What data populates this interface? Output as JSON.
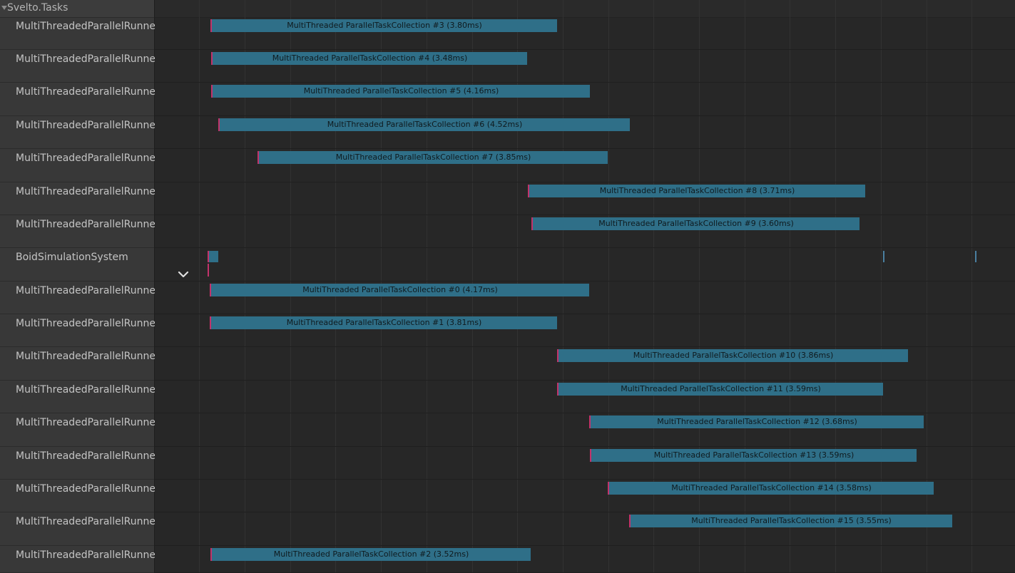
{
  "group": {
    "title": "Svelto.Tasks",
    "arrow_icon": "triangle-down-icon"
  },
  "rows": [
    {
      "label": "MultiThreadedParallelRunne",
      "bar": "MultiThreaded ParallelTaskCollection #3 (3.80ms)"
    },
    {
      "label": "MultiThreadedParallelRunne",
      "bar": "MultiThreaded ParallelTaskCollection #4 (3.48ms)"
    },
    {
      "label": "MultiThreadedParallelRunne",
      "bar": "MultiThreaded ParallelTaskCollection #5 (4.16ms)"
    },
    {
      "label": "MultiThreadedParallelRunne",
      "bar": "MultiThreaded ParallelTaskCollection #6 (4.52ms)"
    },
    {
      "label": "MultiThreadedParallelRunne",
      "bar": "MultiThreaded ParallelTaskCollection #7 (3.85ms)"
    },
    {
      "label": "MultiThreadedParallelRunne",
      "bar": "MultiThreaded ParallelTaskCollection #8 (3.71ms)"
    },
    {
      "label": "MultiThreadedParallelRunne",
      "bar": "MultiThreaded ParallelTaskCollection #9 (3.60ms)"
    },
    {
      "label": "BoidSimulationSystem",
      "bar": ""
    },
    {
      "label": "MultiThreadedParallelRunne",
      "bar": "MultiThreaded ParallelTaskCollection #0 (4.17ms)"
    },
    {
      "label": "MultiThreadedParallelRunne",
      "bar": "MultiThreaded ParallelTaskCollection #1 (3.81ms)"
    },
    {
      "label": "MultiThreadedParallelRunne",
      "bar": "MultiThreaded ParallelTaskCollection #10 (3.86ms)"
    },
    {
      "label": "MultiThreadedParallelRunne",
      "bar": "MultiThreaded ParallelTaskCollection #11 (3.59ms)"
    },
    {
      "label": "MultiThreadedParallelRunne",
      "bar": "MultiThreaded ParallelTaskCollection #12 (3.68ms)"
    },
    {
      "label": "MultiThreadedParallelRunne",
      "bar": "MultiThreaded ParallelTaskCollection #13 (3.59ms)"
    },
    {
      "label": "MultiThreadedParallelRunne",
      "bar": "MultiThreaded ParallelTaskCollection #14 (3.58ms)"
    },
    {
      "label": "MultiThreadedParallelRunne",
      "bar": "MultiThreaded ParallelTaskCollection #15 (3.55ms)"
    },
    {
      "label": "MultiThreadedParallelRunne",
      "bar": "MultiThreaded ParallelTaskCollection #2 (3.52ms)"
    }
  ],
  "colors": {
    "bar": "#2f6f88",
    "bar_edge": "#c2336a",
    "label_text": "#c4c4c4",
    "bar_text": "#0f1a1e"
  },
  "icons": {
    "collapse": "chevron-down-icon"
  }
}
